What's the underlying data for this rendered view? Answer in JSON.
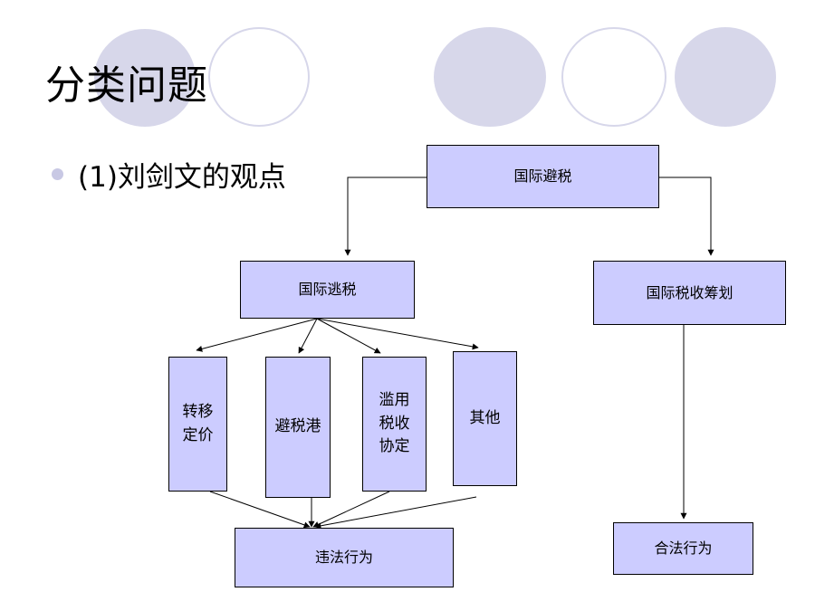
{
  "slide": {
    "title": "分类问题",
    "bullet": "(1)刘剑文的观点",
    "colors": {
      "box_fill": "#ccccff",
      "decor": "#d7d7ea",
      "line": "#000000"
    }
  },
  "diagram": {
    "root": "国际避税",
    "left_branch": "国际逃税",
    "right_branch": "国际税收筹划",
    "subcategories": [
      "转移\n定价",
      "避税港",
      "滥用\n税收\n协定",
      "其他"
    ],
    "left_outcome": "违法行为",
    "right_outcome": "合法行为"
  }
}
